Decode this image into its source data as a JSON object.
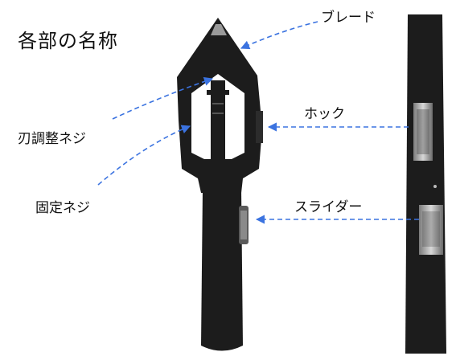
{
  "title": "各部の名称",
  "labels": {
    "blade": "ブレード",
    "hook": "ホック",
    "adjust_screw": "刃調整ネジ",
    "fixing_screw": "固定ネジ",
    "slider": "スライダー"
  },
  "colors": {
    "arrow": "#3b73e0",
    "tool_body": "#1c1c1c",
    "background": "#ffffff"
  },
  "icons": {
    "front_view": "tool-front-photo",
    "side_view": "tool-side-photo"
  }
}
